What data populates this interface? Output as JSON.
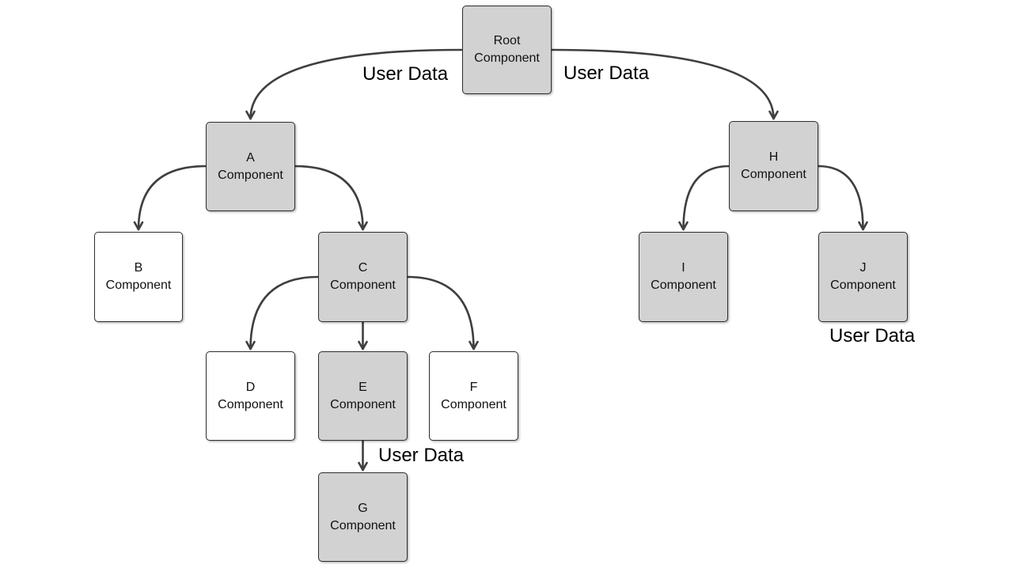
{
  "diagram": {
    "nodes": [
      {
        "id": "root",
        "line1": "Root",
        "line2": "Component",
        "fill": "gray"
      },
      {
        "id": "a",
        "line1": "A",
        "line2": "Component",
        "fill": "gray"
      },
      {
        "id": "b",
        "line1": "B",
        "line2": "Component",
        "fill": "white"
      },
      {
        "id": "c",
        "line1": "C",
        "line2": "Component",
        "fill": "gray"
      },
      {
        "id": "d",
        "line1": "D",
        "line2": "Component",
        "fill": "white"
      },
      {
        "id": "e",
        "line1": "E",
        "line2": "Component",
        "fill": "gray"
      },
      {
        "id": "f",
        "line1": "F",
        "line2": "Component",
        "fill": "white"
      },
      {
        "id": "g",
        "line1": "G",
        "line2": "Component",
        "fill": "gray"
      },
      {
        "id": "h",
        "line1": "H",
        "line2": "Component",
        "fill": "gray"
      },
      {
        "id": "i",
        "line1": "I",
        "line2": "Component",
        "fill": "gray"
      },
      {
        "id": "j",
        "line1": "J",
        "line2": "Component",
        "fill": "gray"
      }
    ],
    "edges": [
      {
        "from": "Root",
        "to": "A",
        "label": "User Data"
      },
      {
        "from": "Root",
        "to": "H",
        "label": "User Data"
      },
      {
        "from": "A",
        "to": "B"
      },
      {
        "from": "A",
        "to": "C"
      },
      {
        "from": "C",
        "to": "D"
      },
      {
        "from": "C",
        "to": "E"
      },
      {
        "from": "C",
        "to": "F"
      },
      {
        "from": "E",
        "to": "G",
        "label": "User Data"
      },
      {
        "from": "H",
        "to": "I"
      },
      {
        "from": "H",
        "to": "J",
        "label": "User Data"
      }
    ],
    "colors": {
      "node_fill_gray": "#d2d2d2",
      "node_fill_white": "#ffffff",
      "node_border": "#2d2d2d",
      "arrow": "#3f3f3f",
      "label_text": "#000000",
      "background": "#ffffff"
    }
  }
}
